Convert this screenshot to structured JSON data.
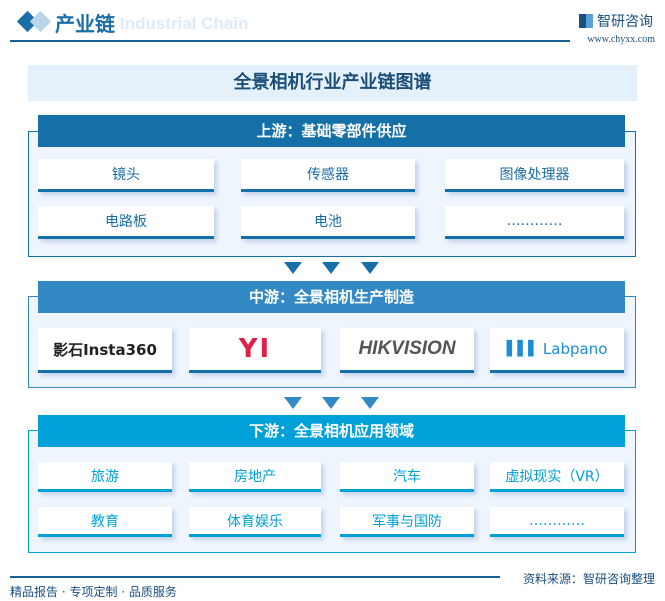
{
  "header": {
    "title": "产业链",
    "subtitle": "Industrial Chain",
    "logo": "智研咨询",
    "url": "www.chyxx.com"
  },
  "banner": "全景相机行业产业链图谱",
  "upstream": {
    "title": "上游：基础零部件供应",
    "items": [
      "镜头",
      "传感器",
      "图像处理器",
      "电路板",
      "电池",
      "…………"
    ]
  },
  "midstream": {
    "title": "中游：全景相机生产制造",
    "brands": [
      "影石Insta360",
      "YI",
      "HIKVISION",
      "Labpano"
    ]
  },
  "downstream": {
    "title": "下游：全景相机应用领域",
    "items": [
      "旅游",
      "房地产",
      "汽车",
      "虚拟现实（VR）",
      "教育",
      "体育娱乐",
      "军事与国防",
      "…………"
    ]
  },
  "footer": {
    "left": "精品报告 · 专项定制 · 品质服务",
    "source": "资料来源：智研咨询整理"
  },
  "colors": {
    "upstream": "#1570a8",
    "midstream": "#3289c4",
    "downstream": "#00a0d8"
  }
}
